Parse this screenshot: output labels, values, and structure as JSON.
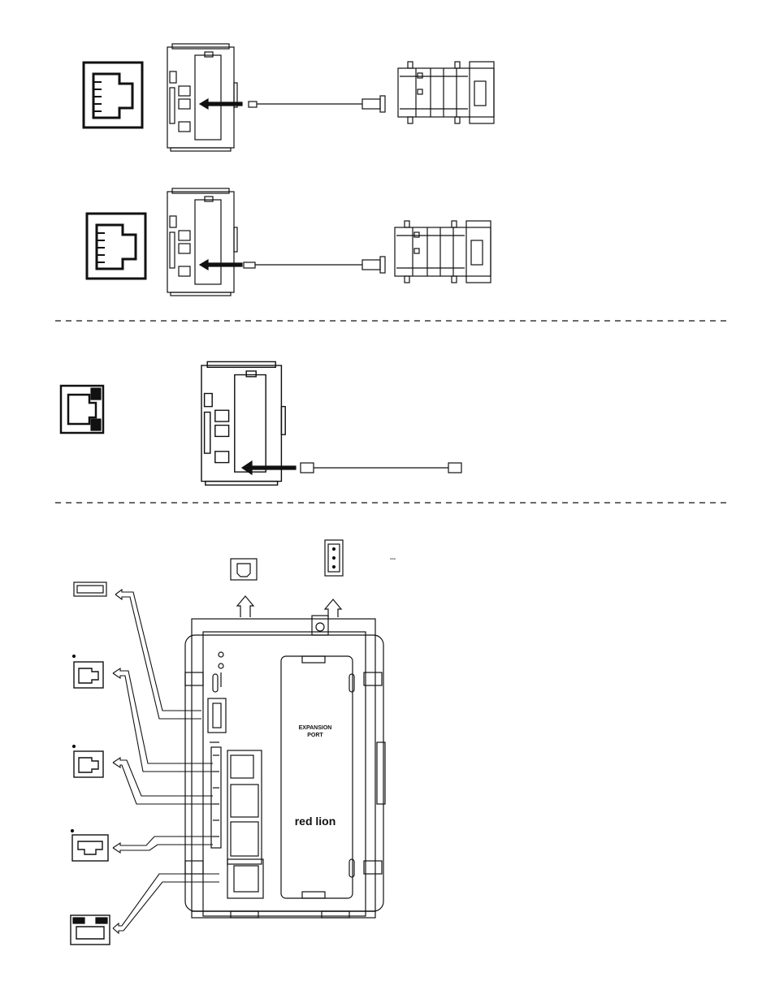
{
  "controller": {
    "expansion_port_label_line1": "EXPANSION",
    "expansion_port_label_line2": "PORT",
    "brand_logo_text": "red lion"
  },
  "power_symbol": "---",
  "colors": {
    "line": "#111111",
    "background": "#ffffff"
  }
}
